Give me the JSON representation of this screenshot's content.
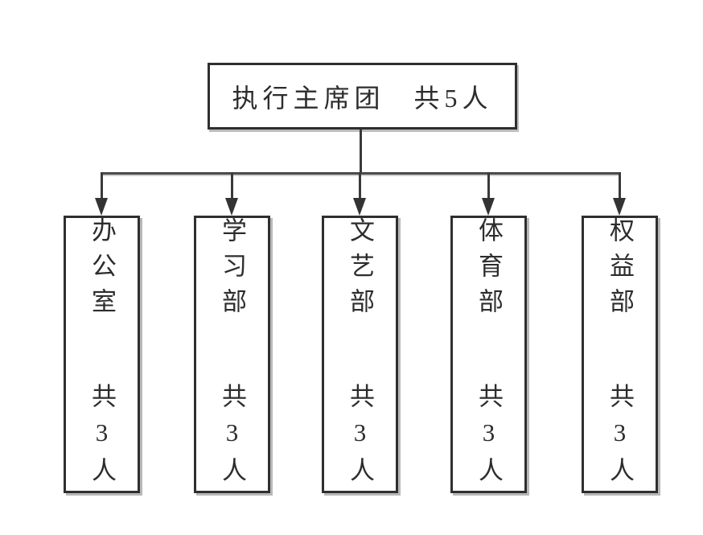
{
  "diagram": {
    "type": "org-chart",
    "root": {
      "label": "执行主席团 共5人"
    },
    "departments": [
      {
        "label": "办公室 共3人"
      },
      {
        "label": "学习部 共3人"
      },
      {
        "label": "文艺部 共3人"
      },
      {
        "label": "体育部 共3人"
      },
      {
        "label": "权益部 共3人"
      }
    ]
  },
  "colors": {
    "background": "#ffffff",
    "line": "#3a3a3a",
    "box_border": "#2f2f2f",
    "text": "#2d2d2d"
  }
}
